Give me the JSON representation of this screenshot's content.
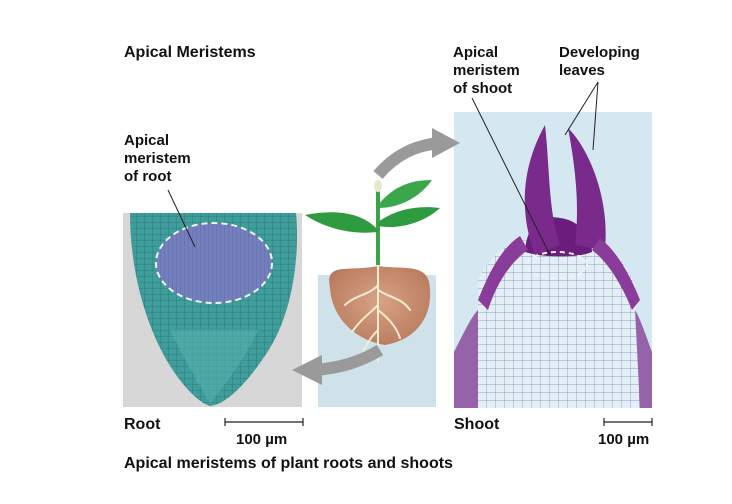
{
  "labels": {
    "panel_title": "Apical Meristems",
    "root_meristem": "Apical\nmeristem\nof root",
    "shoot_meristem": "Apical\nmeristem\nof shoot",
    "developing_leaves": "Developing\nleaves",
    "root": "Root",
    "shoot": "Shoot",
    "root_scale": "100 µm",
    "shoot_scale": "100 µm",
    "caption": "Apical meristems of plant roots and shoots"
  },
  "colors": {
    "root_tissue": "#3b9a9a",
    "root_meristem": "#6d78b8",
    "shoot_tissue": "#7a2a8a",
    "shoot_background": "#cfe3ee",
    "leaf_green": "#2e9c3e",
    "soil": "#c89070",
    "arrow_gray": "#9a9a9a"
  }
}
